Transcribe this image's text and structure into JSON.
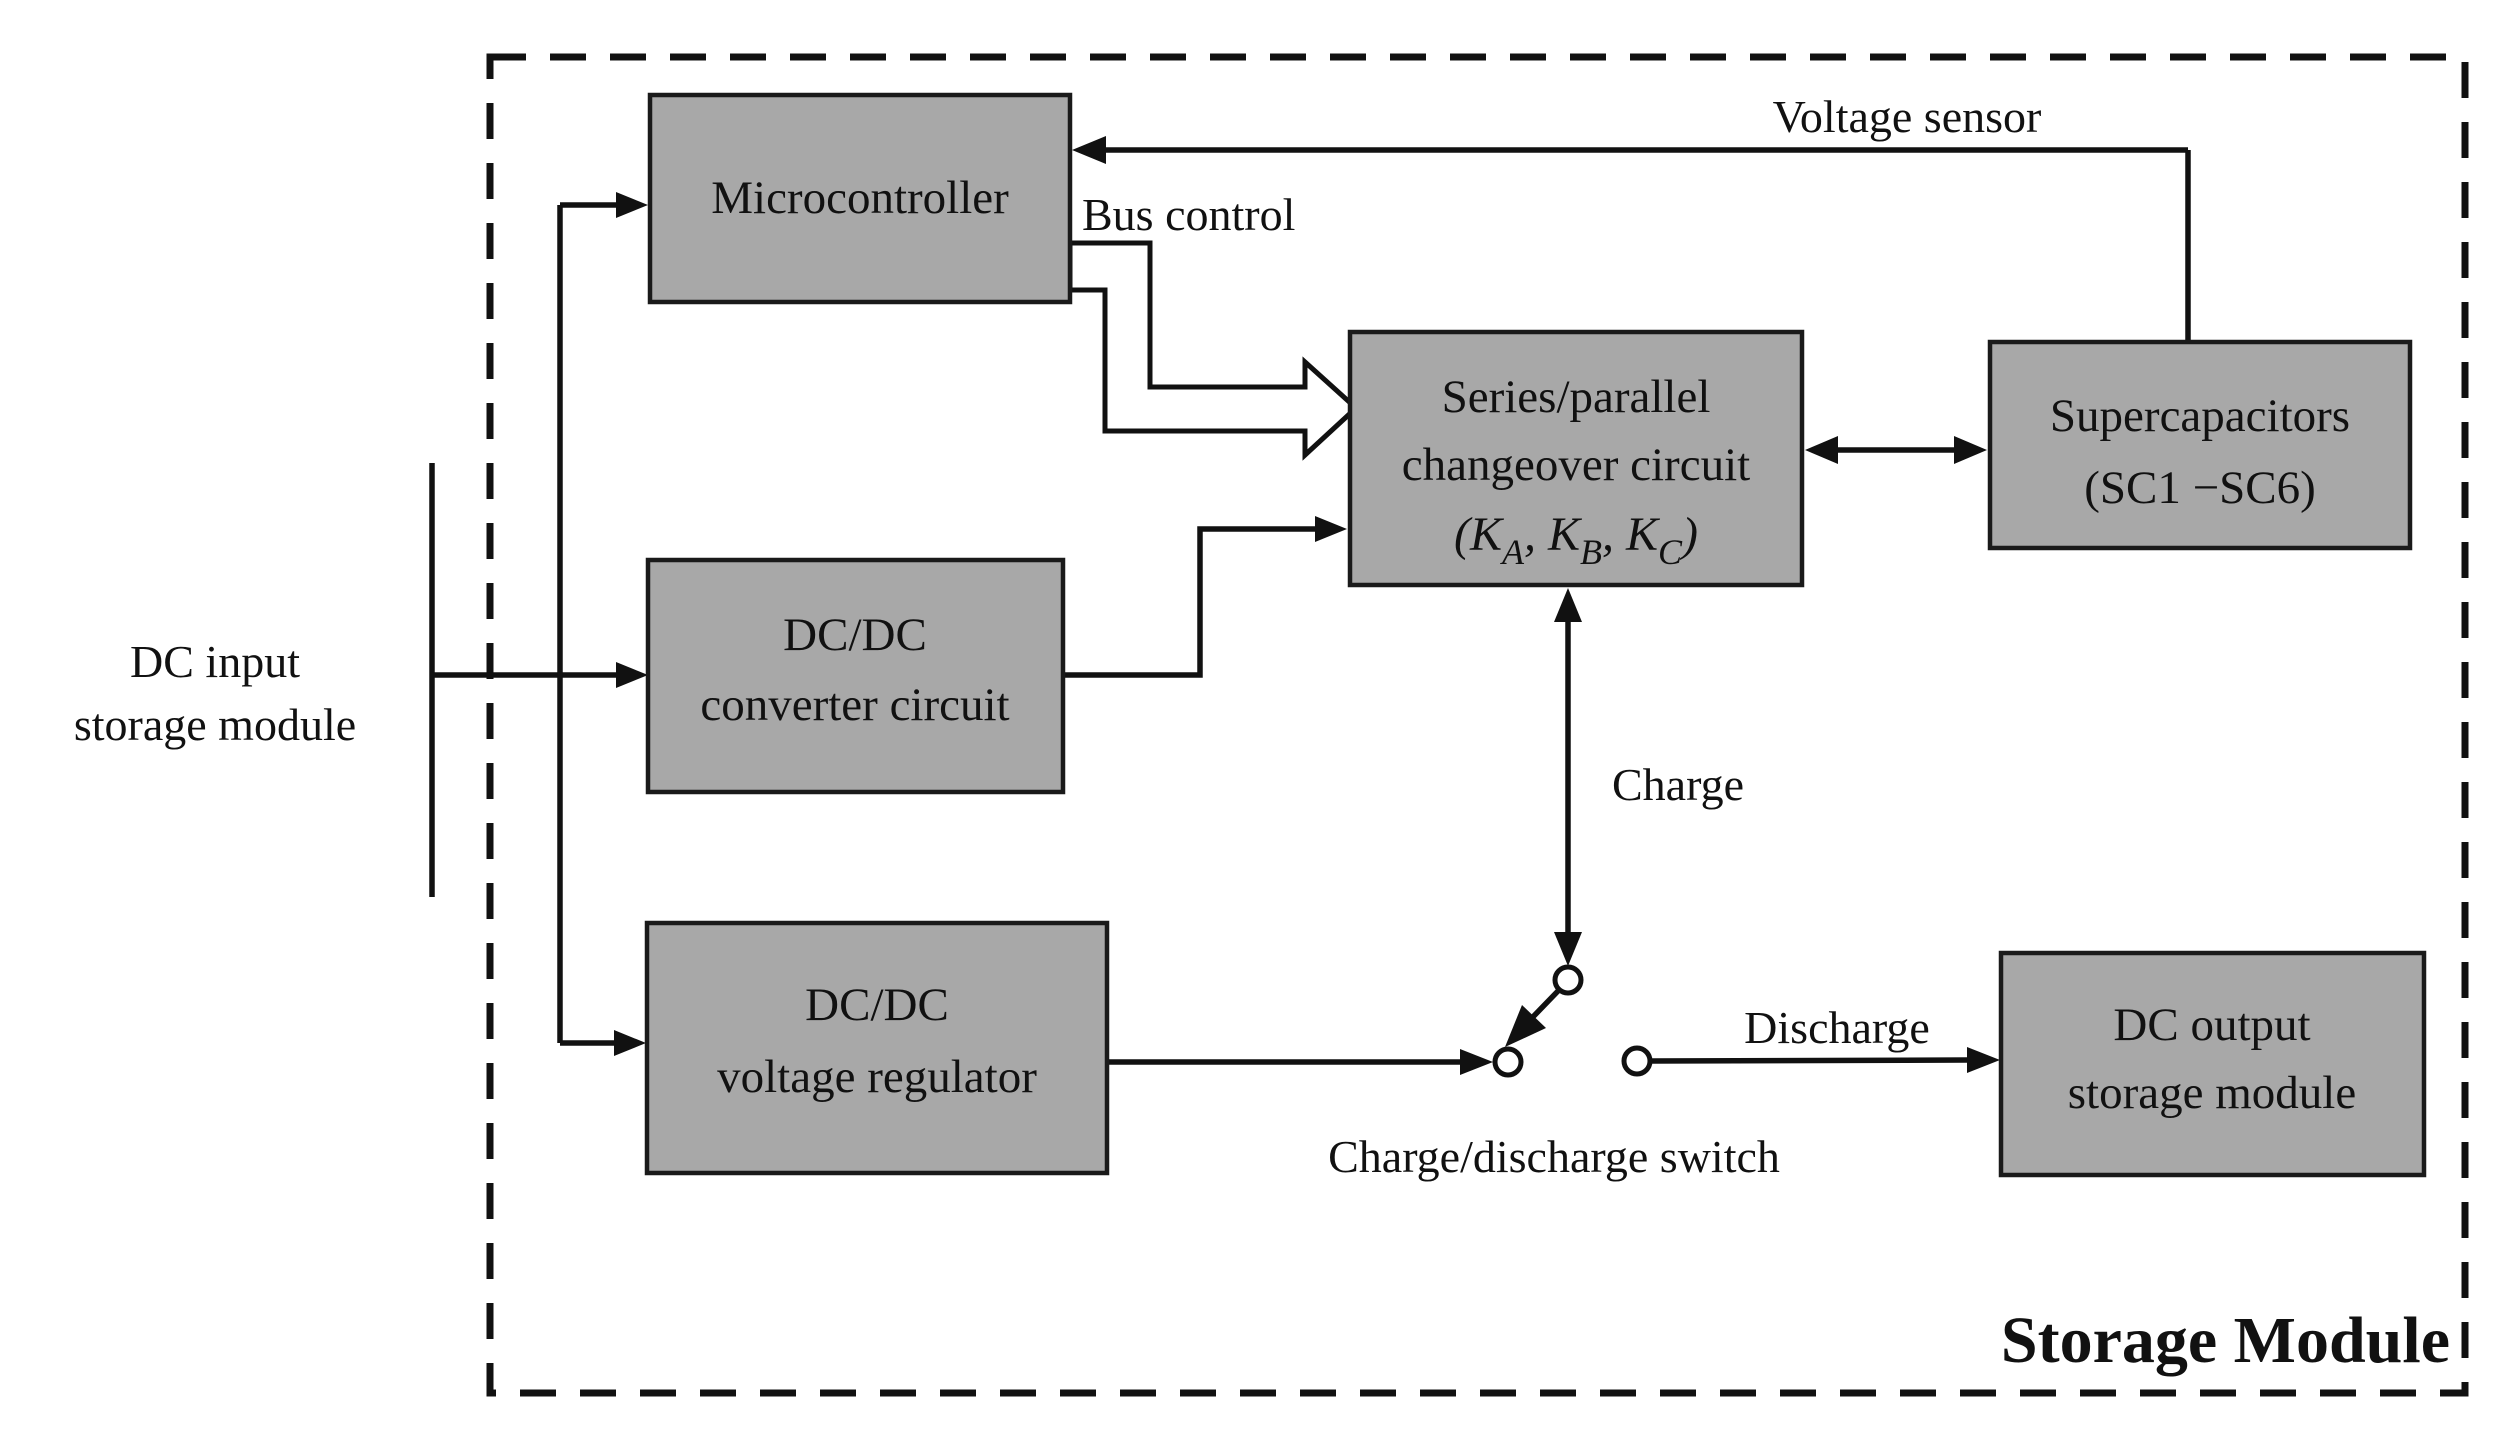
{
  "diagram": {
    "type": "block-diagram",
    "title": "Storage Module",
    "colors": {
      "background": "#ffffff",
      "box_fill": "#a8a8a8",
      "box_border": "#1a1a1a",
      "line": "#111111"
    },
    "external_input": {
      "line1": "DC input",
      "line2": "storage module"
    },
    "boxes": {
      "microcontroller": {
        "label": "Microcontroller"
      },
      "converter": {
        "line1": "DC/DC",
        "line2": "converter circuit"
      },
      "regulator": {
        "line1": "DC/DC",
        "line2": "voltage regulator"
      },
      "changeover": {
        "line1": "Series/parallel",
        "line2": "changeover circuit",
        "k_p1": "(K",
        "k_s1": "A",
        "k_p2": ", K",
        "k_s2": "B",
        "k_p3": ", K",
        "k_s3": "C",
        "k_p4": ")"
      },
      "supercapacitors": {
        "line1": "Supercapacitors",
        "line2": "(SC1 −SC6)"
      },
      "dc_output": {
        "line1": "DC output",
        "line2": "storage module"
      }
    },
    "labels": {
      "voltage_sensor": "Voltage sensor",
      "bus_control": "Bus control",
      "charge": "Charge",
      "discharge": "Discharge",
      "switch": "Charge/discharge switch"
    }
  }
}
